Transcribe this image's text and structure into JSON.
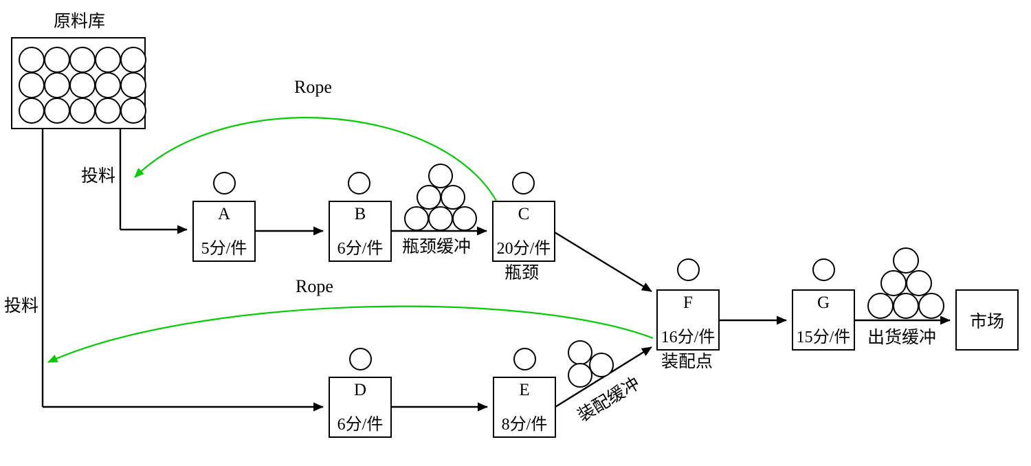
{
  "diagram": {
    "title_label": "原料库",
    "warehouse": {
      "name": "原料库",
      "circle_rows": 3,
      "circle_cols": 5,
      "circle_count": 15
    },
    "release_label_top": "投料",
    "release_label_bottom": "投料",
    "rope_label_top": "Rope",
    "rope_label_bottom": "Rope",
    "rope_color": "#00cc00",
    "line_color": "#000000",
    "processes": [
      {
        "id": "A",
        "name": "A",
        "rate": "5分/件",
        "sub": ""
      },
      {
        "id": "B",
        "name": "B",
        "rate": "6分/件",
        "sub": ""
      },
      {
        "id": "C",
        "name": "C",
        "rate": "20分/件",
        "sub": "瓶颈"
      },
      {
        "id": "D",
        "name": "D",
        "rate": "6分/件",
        "sub": ""
      },
      {
        "id": "E",
        "name": "E",
        "rate": "8分/件",
        "sub": ""
      },
      {
        "id": "F",
        "name": "F",
        "rate": "16分/件",
        "sub": "装配点"
      },
      {
        "id": "G",
        "name": "G",
        "rate": "15分/件",
        "sub": ""
      }
    ],
    "buffers": [
      {
        "id": "bottleneck",
        "label": "瓶颈缓冲",
        "count": 6,
        "shape": "pyramid-3-2-1"
      },
      {
        "id": "assembly",
        "label": "装配缓冲",
        "count": 3,
        "shape": "cluster-3"
      },
      {
        "id": "shipping",
        "label": "出货缓冲",
        "count": 6,
        "shape": "pyramid-3-2-1"
      }
    ],
    "market": {
      "label": "市场"
    }
  }
}
